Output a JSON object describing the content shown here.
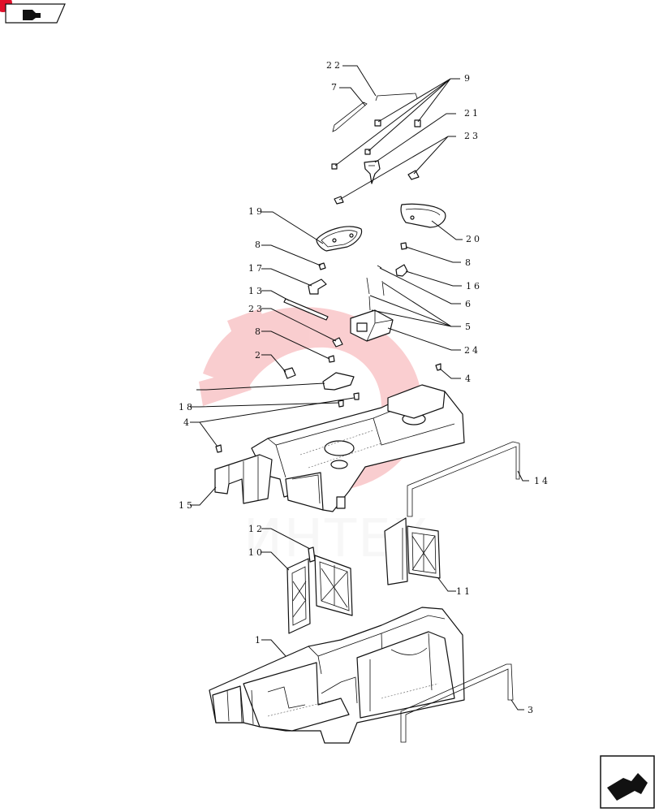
{
  "top_badge": {
    "icon": "book-arrow-icon",
    "marker_color": "#e0102a"
  },
  "watermark": {
    "text": "ИНТЕХ",
    "color": "#e8202a"
  },
  "callouts": [
    {
      "id": "c22a",
      "label": "22"
    },
    {
      "id": "c7",
      "label": "7"
    },
    {
      "id": "c9",
      "label": "9"
    },
    {
      "id": "c21",
      "label": "21"
    },
    {
      "id": "c23a",
      "label": "23"
    },
    {
      "id": "c19",
      "label": "19"
    },
    {
      "id": "c20",
      "label": "20"
    },
    {
      "id": "c8a",
      "label": "8"
    },
    {
      "id": "c8b",
      "label": "8"
    },
    {
      "id": "c17",
      "label": "17"
    },
    {
      "id": "c16",
      "label": "16"
    },
    {
      "id": "c6",
      "label": "6"
    },
    {
      "id": "c13",
      "label": "13"
    },
    {
      "id": "c23b",
      "label": "23"
    },
    {
      "id": "c5",
      "label": "5"
    },
    {
      "id": "c8c",
      "label": "8"
    },
    {
      "id": "c24",
      "label": "24"
    },
    {
      "id": "c2",
      "label": "2"
    },
    {
      "id": "c4a",
      "label": "4"
    },
    {
      "id": "c18",
      "label": "18"
    },
    {
      "id": "c4b",
      "label": "4"
    },
    {
      "id": "c14",
      "label": "14"
    },
    {
      "id": "c15",
      "label": "15"
    },
    {
      "id": "c12",
      "label": "12"
    },
    {
      "id": "c10",
      "label": "10"
    },
    {
      "id": "c11",
      "label": "11"
    },
    {
      "id": "c1",
      "label": "1"
    },
    {
      "id": "c3",
      "label": "3"
    }
  ],
  "nav": {
    "next_icon": "next-page-arrow-icon"
  }
}
